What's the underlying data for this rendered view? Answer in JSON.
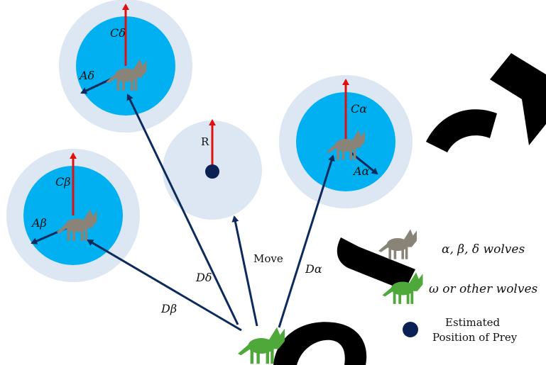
{
  "diagram": {
    "labels": {
      "c_delta": "Cδ",
      "a_delta": "Aδ",
      "c_alpha": "Cα",
      "a_alpha": "Aα",
      "c_beta": "Cβ",
      "a_beta": "Aβ",
      "r": "R",
      "d_delta": "Dδ",
      "d_alpha": "Dα",
      "d_beta": "Dβ",
      "move": "Move"
    },
    "legend": {
      "leader_wolves": "α, β, δ wolves",
      "other_wolves": "ω or other wolves",
      "prey_line1": "Estimated",
      "prey_line2": "Position of Prey"
    },
    "watermark": "Pre-Pr"
  },
  "colors": {
    "outer_circle": "#dce7f3",
    "inner_circle": "#00b0f0",
    "red_arrow": "#e01010",
    "navy_arrow": "#0d2a5c",
    "prey_dot": "#0b2154",
    "leader_wolf": "#8a8478",
    "omega_wolf": "#4fa83a"
  },
  "icons": [
    "gray-wolf-icon",
    "green-wolf-icon",
    "prey-dot-icon"
  ]
}
